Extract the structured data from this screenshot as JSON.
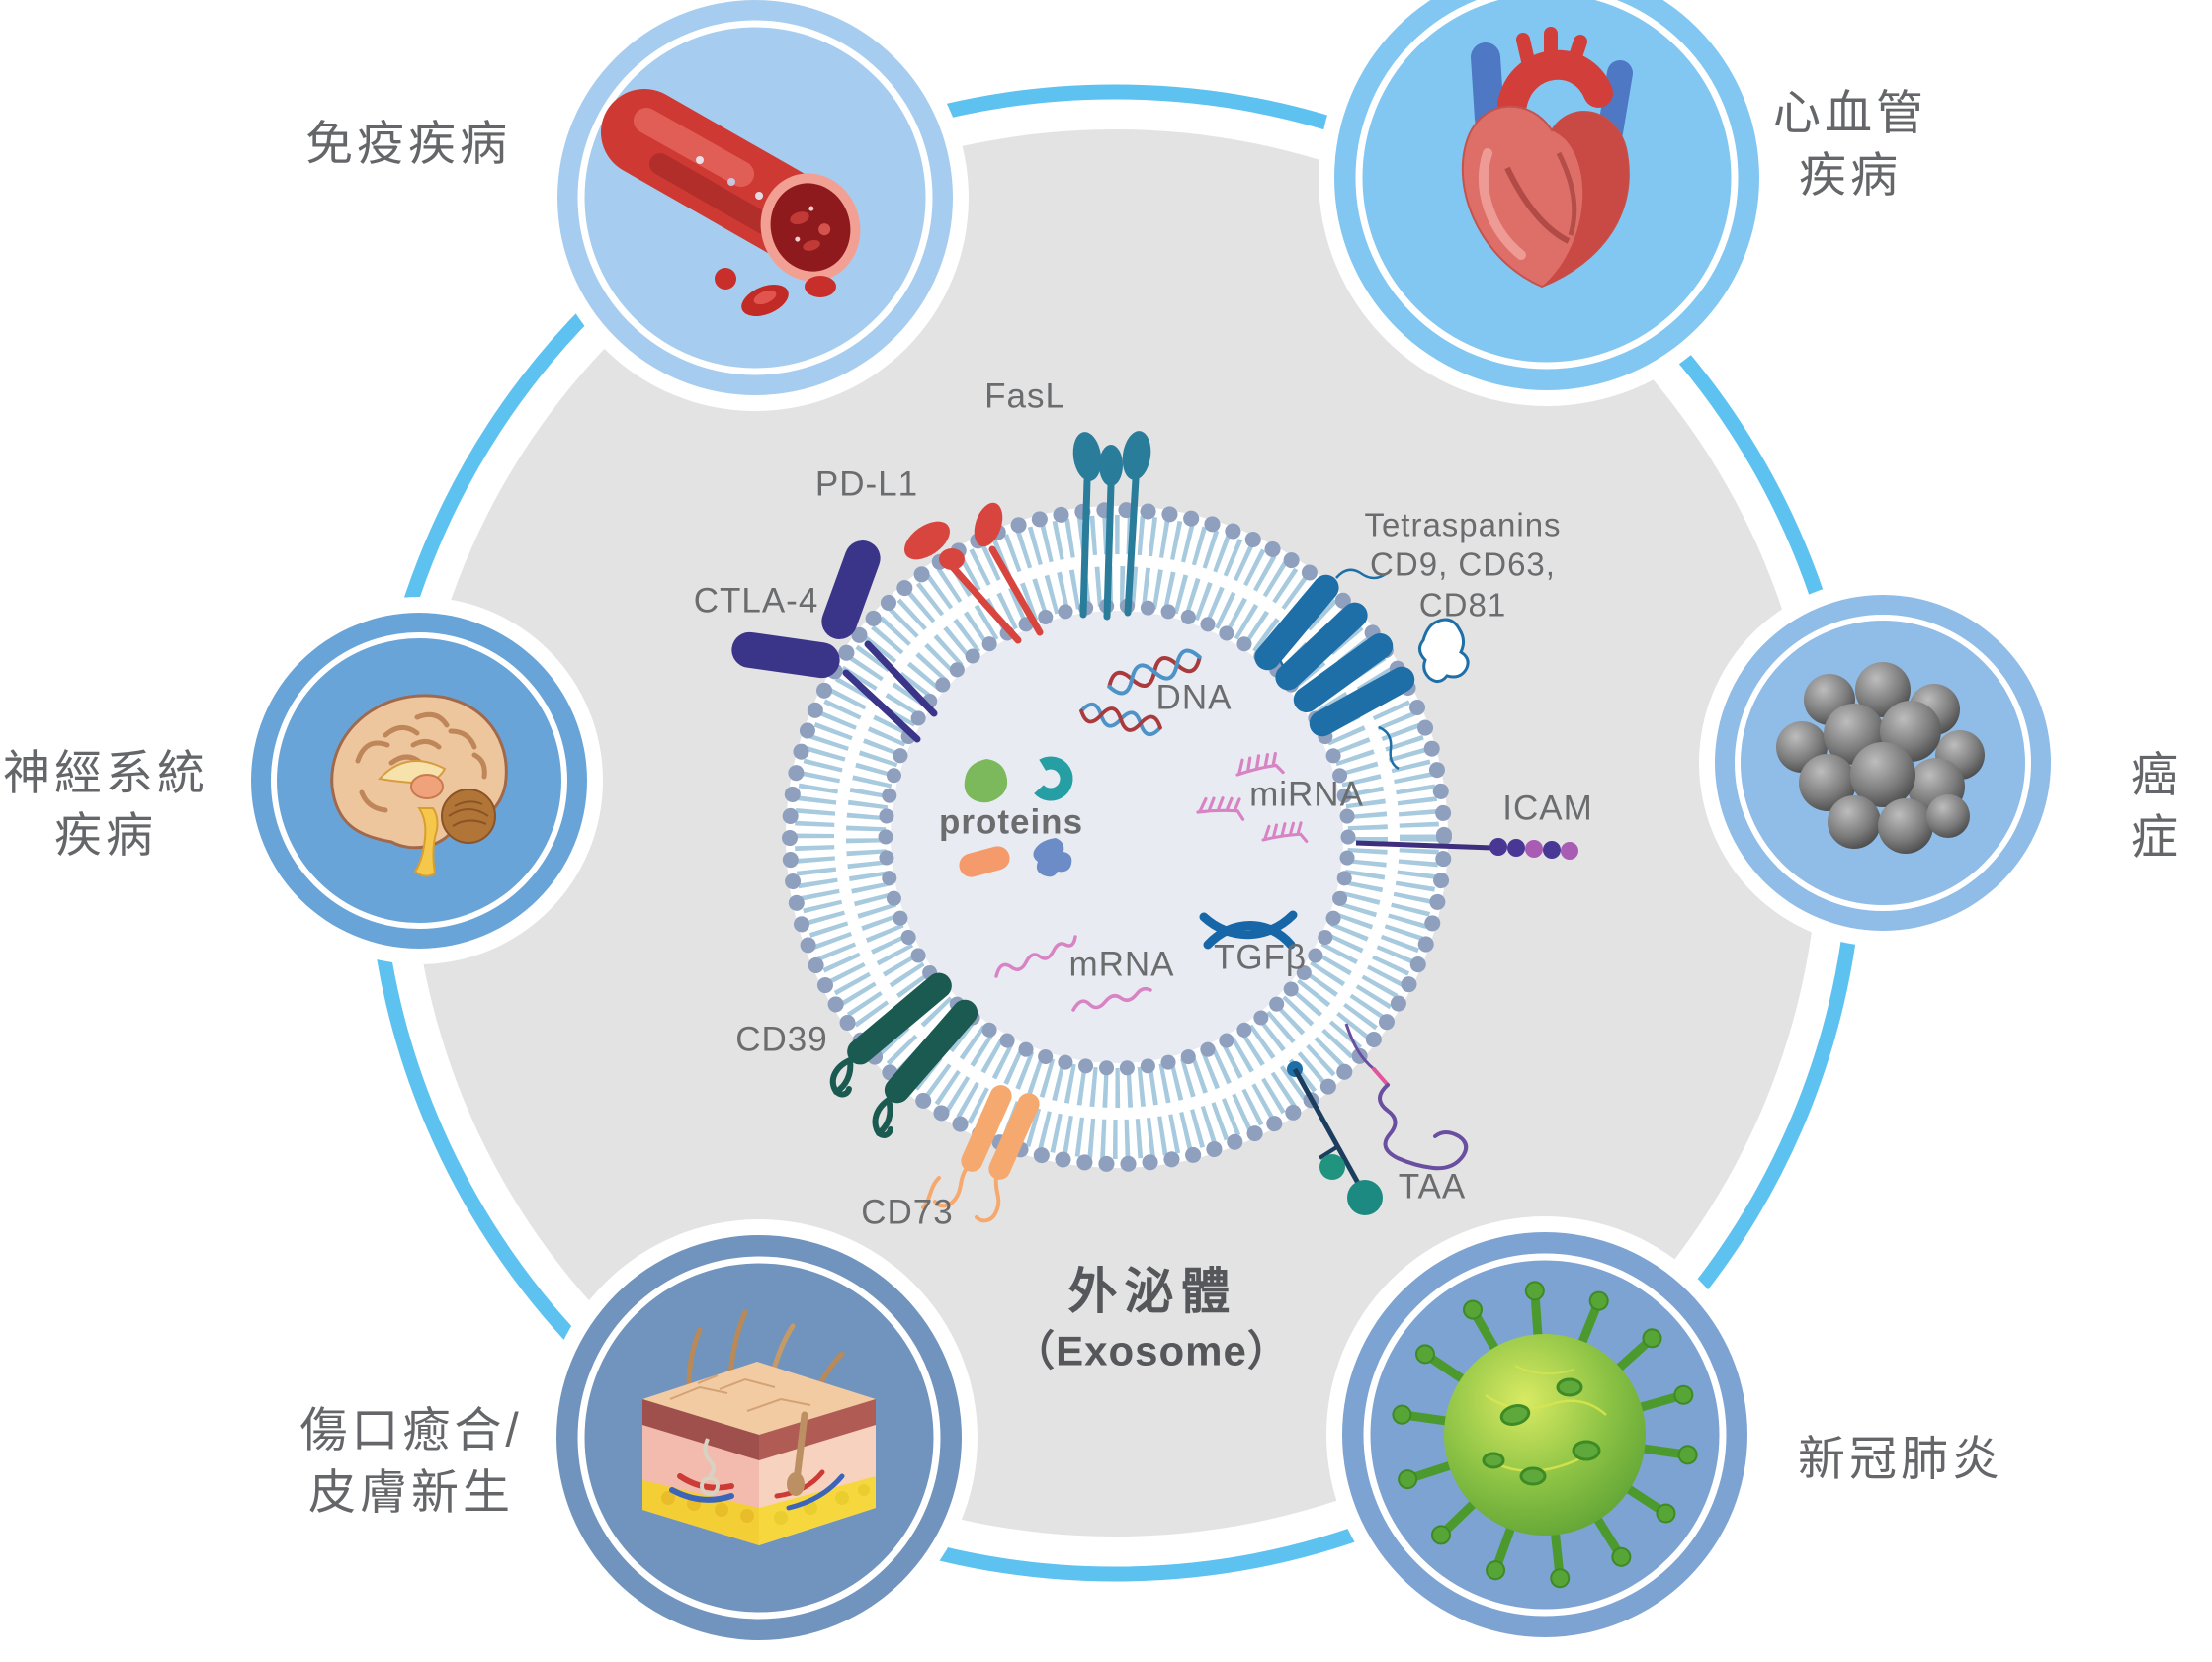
{
  "diagram": {
    "center_label": {
      "zh": "外泌體",
      "en": "（Exosome）"
    },
    "membrane_markers": {
      "fasl": "FasL",
      "pdl1": "PD-L1",
      "ctla4": "CTLA-4",
      "tetraspanins": "Tetraspanins\nCD9, CD63,\nCD81",
      "icam": "ICAM",
      "taa": "TAA",
      "cd39": "CD39",
      "cd73": "CD73"
    },
    "cargo": {
      "dna": "DNA",
      "proteins": "proteins",
      "mirna": "miRNA",
      "mrna": "mRNA",
      "tgfb": "TGFβ"
    },
    "satellites": [
      {
        "id": "immune-disease",
        "label": "免疫疾病",
        "icon": "blood-vessel-icon",
        "circle_color": "#A6CDEF"
      },
      {
        "id": "cardiovascular-disease",
        "label": "心血管\n疾病",
        "icon": "heart-icon",
        "circle_color": "#82C7F2"
      },
      {
        "id": "cancer",
        "label": "癌症",
        "icon": "tumor-cells-icon",
        "circle_color": "#90BCE8"
      },
      {
        "id": "covid-19",
        "label": "新冠肺炎",
        "icon": "coronavirus-icon",
        "circle_color": "#7DA3D3"
      },
      {
        "id": "wound-healing-skin",
        "label": "傷口癒合/\n皮膚新生",
        "icon": "skin-section-icon",
        "circle_color": "#7094BE"
      },
      {
        "id": "nervous-system-disease",
        "label": "神經系統\n疾病",
        "icon": "brain-icon",
        "circle_color": "#69A4D9"
      }
    ],
    "colors": {
      "outer_ring": "#5EC2F0",
      "disc": "#E3E3E4",
      "lumen": "#E8EBF1",
      "membrane_bead": "#8FA0BF",
      "membrane_tail": "#A8CADF",
      "label_text": "#6B6C6E",
      "title_text": "#55575B",
      "fasl": "#2A7C9B",
      "pdl1": "#D8453E",
      "ctla4": "#3B3589",
      "tetraspanin": "#1E6FA8",
      "icam_line": "#3F2E7E",
      "icam_bead_alt": "#A85CB4",
      "taa": "#1C8A80",
      "cd39": "#1A5A50",
      "cd73": "#F6A96E",
      "dna_red": "#A93B3E",
      "dna_blue": "#4E93C8",
      "rna_pink": "#D884C4",
      "tgfb_blue": "#1767A8"
    }
  }
}
